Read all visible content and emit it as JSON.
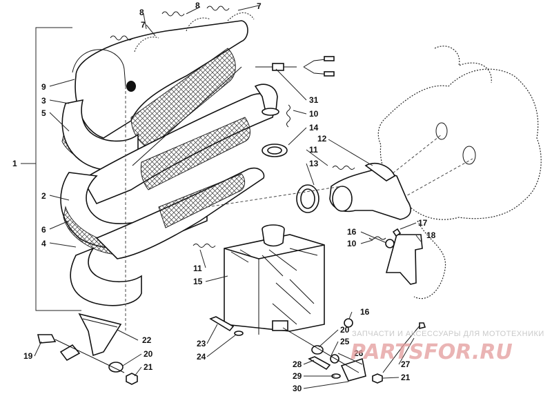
{
  "diagram": {
    "callouts": [
      "1",
      "2",
      "3",
      "4",
      "5",
      "6",
      "7",
      "8",
      "9",
      "10",
      "11",
      "12",
      "13",
      "14",
      "15",
      "16",
      "17",
      "18",
      "19",
      "20",
      "21",
      "22",
      "23",
      "24",
      "25",
      "26",
      "27",
      "28",
      "29",
      "30",
      "31"
    ]
  },
  "watermark": {
    "line1": "ЗАПЧАСТИ И АКСЕССУАРЫ ДЛЯ МОТОТЕХНИКИ",
    "line2": "PARTSFOR.RU"
  }
}
